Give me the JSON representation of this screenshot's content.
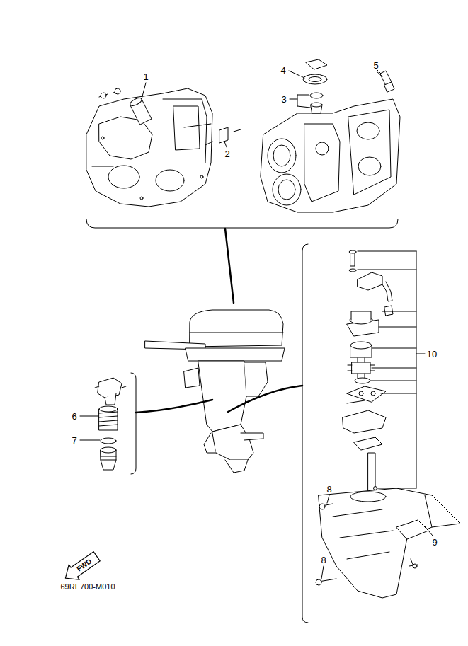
{
  "diagram": {
    "labels": [
      "1",
      "2",
      "3",
      "4",
      "5",
      "6",
      "7",
      "8",
      "8",
      "9",
      "10",
      "FWD",
      "69RE700-M010"
    ]
  }
}
